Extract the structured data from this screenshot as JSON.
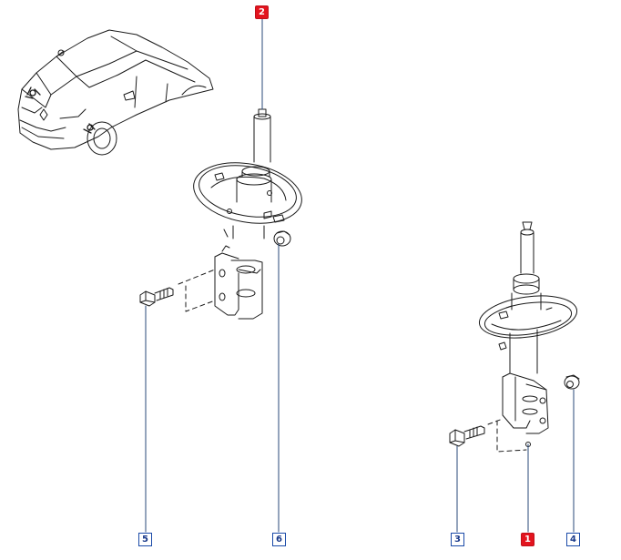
{
  "diagram": {
    "callouts": [
      {
        "id": "c2",
        "label": "2",
        "style": "highlight"
      },
      {
        "id": "c5",
        "label": "5",
        "style": "normal"
      },
      {
        "id": "c6",
        "label": "6",
        "style": "normal"
      },
      {
        "id": "c3",
        "label": "3",
        "style": "normal"
      },
      {
        "id": "c1",
        "label": "1",
        "style": "highlight"
      },
      {
        "id": "c4",
        "label": "4",
        "style": "normal"
      }
    ],
    "colors": {
      "line": "#1a1a1a",
      "leader": "#2a4a7a",
      "callout_border": "#1a4aa8",
      "callout_highlight": "#e3141e"
    },
    "icons": [
      "car-location-icon",
      "shock-absorber-drawing",
      "bolt-drawing",
      "nut-drawing"
    ]
  }
}
